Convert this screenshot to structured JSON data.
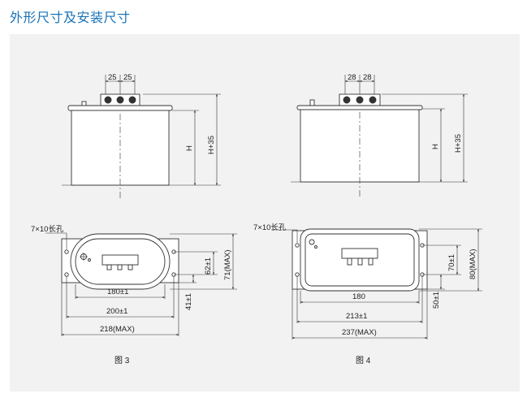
{
  "title": "外形尺寸及安装尺寸",
  "figure3": {
    "caption": "图 3",
    "terminal_spacing": [
      "25",
      "25"
    ],
    "height_label": "H",
    "height_total_label": "H+35",
    "hole_label": "7×10长孔",
    "dim_62": "62±1",
    "dim_71": "71(MAX)",
    "dim_41": "41±1",
    "dim_180": "180±1",
    "dim_200": "200±1",
    "dim_218": "218(MAX)"
  },
  "figure4": {
    "caption": "图 4",
    "terminal_spacing": [
      "28",
      "28"
    ],
    "height_label": "H",
    "height_total_label": "H+35",
    "hole_label": "7×10长孔",
    "dim_70": "70±1",
    "dim_80": "80(MAX)",
    "dim_50": "50±1",
    "dim_180": "180",
    "dim_213": "213±1",
    "dim_237": "237(MAX)"
  },
  "colors": {
    "title": "#1a73b8",
    "panel": "#f2f2f2",
    "line": "#333333"
  }
}
